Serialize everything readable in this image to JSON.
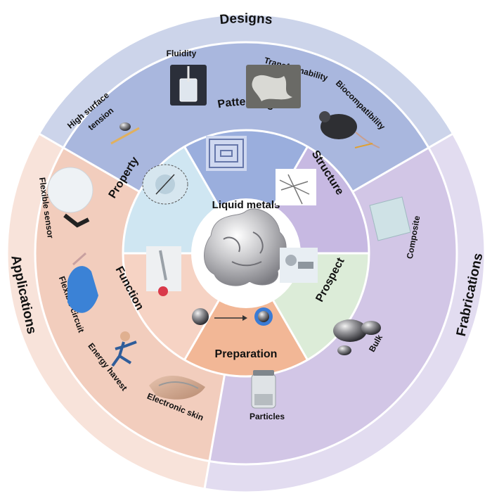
{
  "center": {
    "title": "Liquid metals"
  },
  "outer_ring": {
    "designs": {
      "title": "Designs",
      "items": [
        "High surface tension",
        "Fluidity",
        "Transformability",
        "Biocompatibility"
      ]
    },
    "fabrications": {
      "title": "Frabrications",
      "items": [
        "Composite",
        "Bulk",
        "Particles"
      ]
    },
    "applications": {
      "title": "Applications",
      "items": [
        "Flexible sensor",
        "Flexible circuit",
        "Energy havest",
        "Electronic skin"
      ]
    }
  },
  "inner_ring": {
    "sectors": [
      "Patterning",
      "Structure",
      "Prospect",
      "Preparation",
      "Function",
      "Property"
    ]
  },
  "colors": {
    "designs_outer": "#ccd4ea",
    "designs_middle": "#a9b7de",
    "fabrications_outer": "#e2dcf0",
    "fabrications_middle": "#d2c6e6",
    "applications_outer": "#f8e3da",
    "applications_middle": "#f2cdbd",
    "patterning": "#9aaedd",
    "structure": "#c7b9e2",
    "prospect": "#dcecd8",
    "preparation": "#f2b796",
    "function": "#f6d3c4",
    "property": "#cfe6f2"
  }
}
